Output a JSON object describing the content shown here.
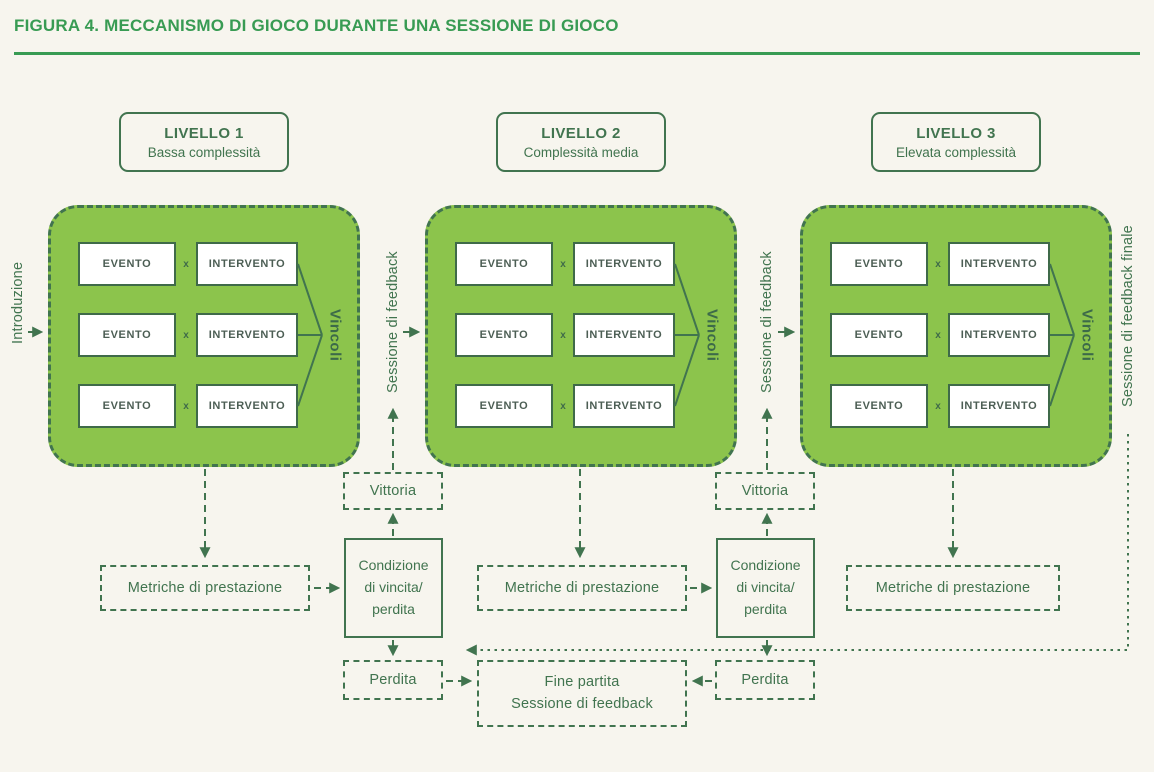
{
  "title": "FIGURA 4. MECCANISMO DI GIOCO DURANTE UNA SESSIONE DI GIOCO",
  "labels": {
    "event": "EVENTO",
    "times": "x",
    "intervention": "INTERVENTO",
    "constraints": "Vincoli"
  },
  "levels": [
    {
      "name": "LIVELLO 1",
      "complexity": "Bassa complessità"
    },
    {
      "name": "LIVELLO 2",
      "complexity": "Complessità media"
    },
    {
      "name": "LIVELLO 3",
      "complexity": "Elevata complessità"
    }
  ],
  "side_labels": {
    "introduction": "Introduzione",
    "feedback_session_1": "Sessione di feedback",
    "feedback_session_2": "Sessione di feedback",
    "final_feedback_session": "Sessione di feedback finale"
  },
  "flow_boxes": {
    "metrics_1": "Metriche di prestazione",
    "metrics_2": "Metriche di prestazione",
    "metrics_3": "Metriche di prestazione",
    "victory_1": "Vittoria",
    "victory_2": "Vittoria",
    "win_loss_condition_1": "Condizione\ndi vincita/\nperdita",
    "win_loss_condition_2": "Condizione\ndi vincita/\nperdita",
    "loss_1": "Perdita",
    "loss_2": "Perdita",
    "game_end_line1": "Fine partita",
    "game_end_line2": "Sessione di feedback"
  },
  "colors": {
    "background": "#f7f5ee",
    "green_fill": "#8cc44c",
    "dark_green": "#41744f",
    "title_green": "#389b53",
    "inner_box_text": "#4c5e54"
  }
}
